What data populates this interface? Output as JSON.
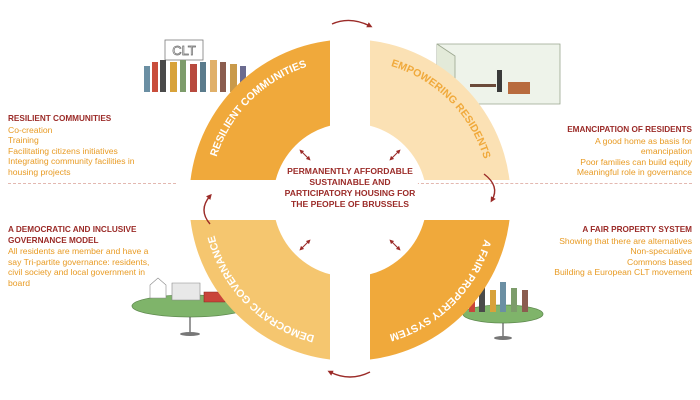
{
  "center": {
    "title": "PERMANENTLY AFFORDABLE SUSTAINABLE AND PARTICIPATORY HOUSING FOR THE PEOPLE OF BRUSSELS"
  },
  "ring": {
    "segments": [
      {
        "label": "RESILIENT COMMUNITIES",
        "color": "#f0a93b"
      },
      {
        "label": "EMPOWERING RESIDENTS",
        "color": "#fbe1b4"
      },
      {
        "label": "A FAIR PROPERTY SYSTEM",
        "color": "#f0a93b"
      },
      {
        "label": "DEMOCRATIC GOVERNANCE",
        "color": "#f5c66f"
      }
    ],
    "arrow_color": "#9b2b28",
    "sign_label": "CLT"
  },
  "panels": {
    "resilient": {
      "heading": "RESILIENT COMMUNITIES",
      "lines": [
        "Co-creation",
        "Training",
        "Facilitating citizens initiatives",
        "Integrating community facilities in",
        "housing projects"
      ]
    },
    "emancipation": {
      "heading": "EMANCIPATION OF RESIDENTS",
      "lines": [
        "A good home as basis for",
        "emancipation",
        "Poor families can build equity",
        "Meaningful role in governance"
      ]
    },
    "democratic": {
      "heading_line1": "A DEMOCRATIC AND INCLUSIVE",
      "heading_line2": "GOVERNANCE MODEL",
      "lines": [
        "All residents are member and have a",
        "say Tri-partite governance: residents,",
        "civil society and local government in",
        "board"
      ]
    },
    "fair": {
      "heading": "A FAIR PROPERTY SYSTEM",
      "lines": [
        "Showing that there are alternatives",
        "Non-speculative",
        "Commons based",
        "Building a European CLT movement"
      ]
    }
  }
}
